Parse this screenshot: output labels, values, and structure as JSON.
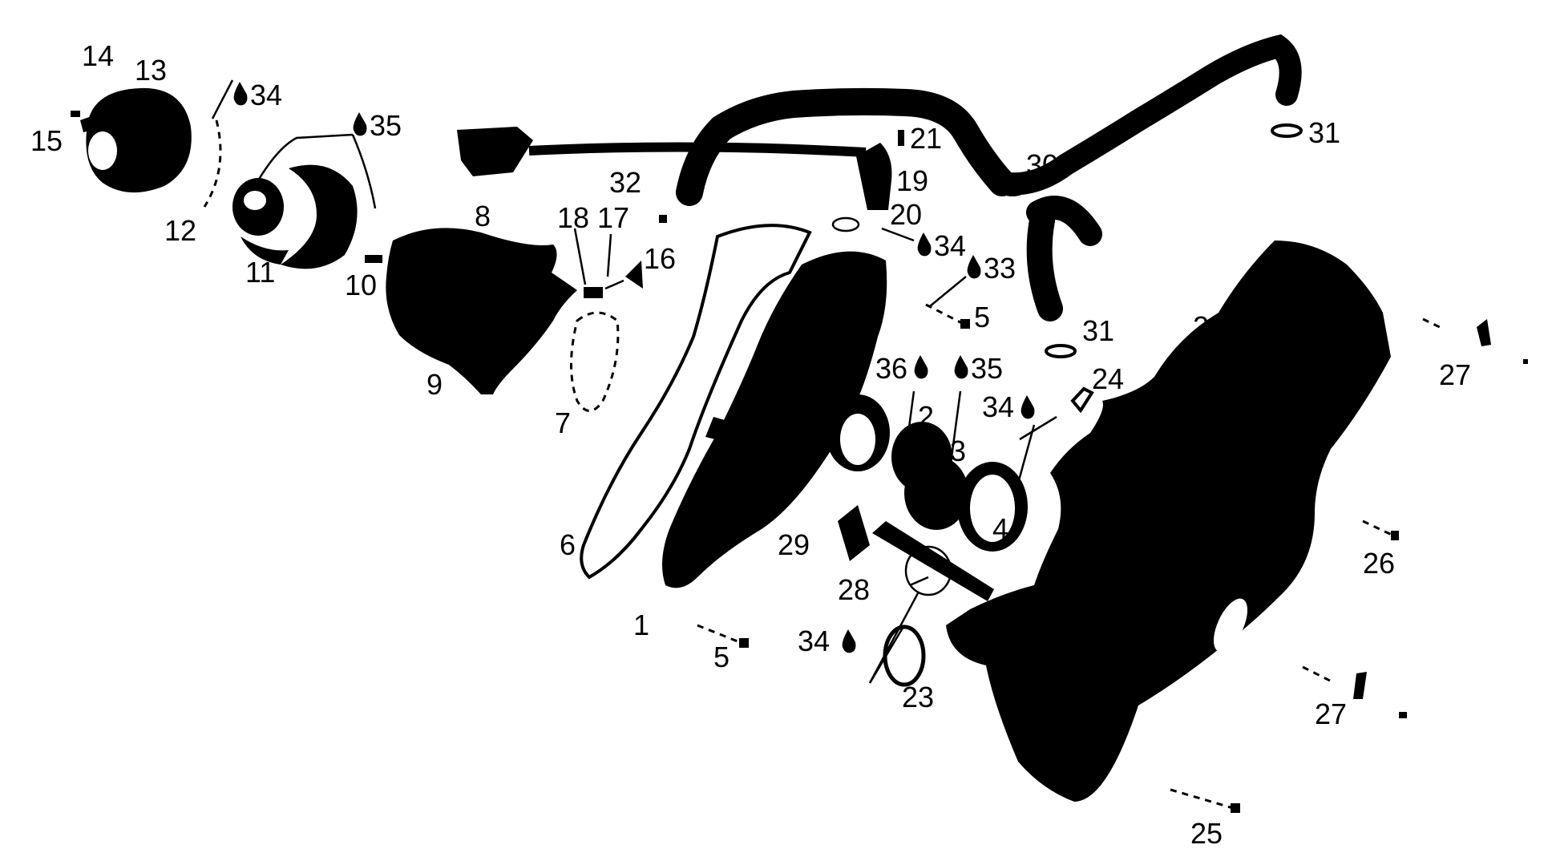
{
  "diagram": {
    "background": "#ffffff",
    "ink": "#000000",
    "callouts": [
      {
        "id": "c14",
        "text": "14"
      },
      {
        "id": "c13",
        "text": "13"
      },
      {
        "id": "c15",
        "text": "15"
      },
      {
        "id": "c34a",
        "text": "34",
        "icon": "oil-drop-icon"
      },
      {
        "id": "c35a",
        "text": "35",
        "icon": "oil-drop-icon"
      },
      {
        "id": "c12",
        "text": "12"
      },
      {
        "id": "c11",
        "text": "11"
      },
      {
        "id": "c10",
        "text": "10"
      },
      {
        "id": "c8",
        "text": "8"
      },
      {
        "id": "c9",
        "text": "9"
      },
      {
        "id": "c18",
        "text": "18"
      },
      {
        "id": "c17",
        "text": "17"
      },
      {
        "id": "c16",
        "text": "16"
      },
      {
        "id": "c32",
        "text": "32"
      },
      {
        "id": "c21",
        "text": "21"
      },
      {
        "id": "c19",
        "text": "19"
      },
      {
        "id": "c20",
        "text": "20"
      },
      {
        "id": "c34b",
        "text": "34",
        "icon": "oil-drop-icon"
      },
      {
        "id": "c33",
        "text": "33",
        "icon": "oil-drop-icon"
      },
      {
        "id": "c5a",
        "text": "5"
      },
      {
        "id": "c30",
        "text": "30"
      },
      {
        "id": "c31a",
        "text": "31"
      },
      {
        "id": "c31b",
        "text": "31"
      },
      {
        "id": "c22",
        "text": "22"
      },
      {
        "id": "c27a",
        "text": "27"
      },
      {
        "id": "c7",
        "text": "7"
      },
      {
        "id": "c36",
        "text": "36",
        "icon": "oil-drop-icon"
      },
      {
        "id": "c35b",
        "text": "35",
        "icon": "oil-drop-icon"
      },
      {
        "id": "c34c",
        "text": "34",
        "icon": "oil-drop-icon"
      },
      {
        "id": "c24",
        "text": "24"
      },
      {
        "id": "c2",
        "text": "2"
      },
      {
        "id": "c3",
        "text": "3"
      },
      {
        "id": "c4",
        "text": "4"
      },
      {
        "id": "c6",
        "text": "6"
      },
      {
        "id": "c29",
        "text": "29"
      },
      {
        "id": "c28",
        "text": "28"
      },
      {
        "id": "c26",
        "text": "26"
      },
      {
        "id": "c1",
        "text": "1"
      },
      {
        "id": "c34d",
        "text": "34",
        "icon": "oil-drop-icon"
      },
      {
        "id": "c5b",
        "text": "5"
      },
      {
        "id": "c23",
        "text": "23"
      },
      {
        "id": "c27b",
        "text": "27"
      },
      {
        "id": "c25",
        "text": "25"
      }
    ]
  }
}
